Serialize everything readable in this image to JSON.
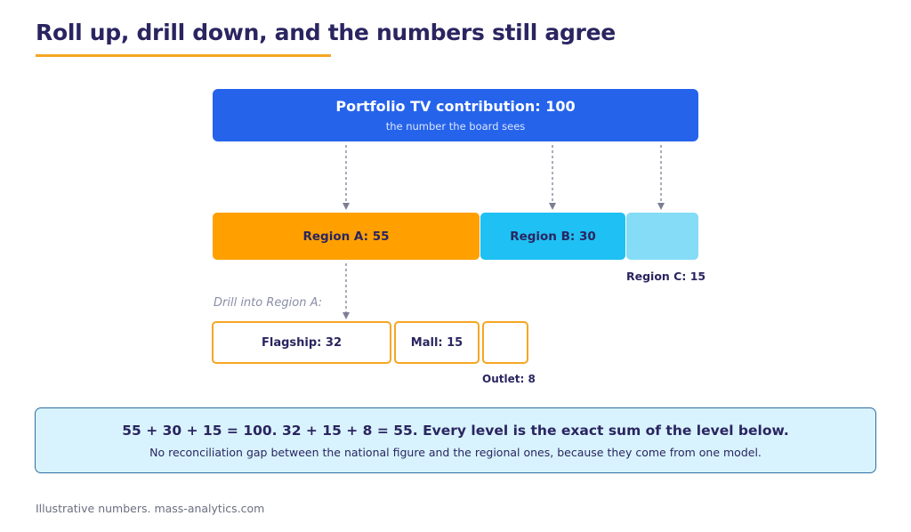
{
  "title": "Roll up, drill down, and the numbers still agree",
  "portfolio": {
    "label": "Portfolio TV contribution: 100",
    "sublabel": "the number the board sees"
  },
  "regions": [
    {
      "label": "Region A: 55",
      "value": 55,
      "color": "#ffa000"
    },
    {
      "label": "Region B: 30",
      "value": 30,
      "color": "#1fc0f3"
    },
    {
      "label": "",
      "value": 15,
      "color": "#85dcf7"
    }
  ],
  "region_c_label": "Region C: 15",
  "drill_label": "Drill into Region A:",
  "stores": [
    {
      "label": "Flagship: 32",
      "value": 32
    },
    {
      "label": "Mall: 15",
      "value": 15
    },
    {
      "label": "",
      "value": 8
    }
  ],
  "outlet_label": "Outlet: 8",
  "note": {
    "headline": "55 + 30 + 15 = 100. 32 + 15 + 8 = 55. Every level is the exact sum of the level below.",
    "body": "No reconciliation gap between the national figure and the regional ones, because they come from one model."
  },
  "footer": "Illustrative numbers. mass-analytics.com",
  "colors": {
    "primary_blue": "#2563eb",
    "accent_orange": "#f5a623",
    "text_navy": "#2a2560",
    "note_bg": "#d8f3fd",
    "arrow_gray": "#7c7e92"
  }
}
